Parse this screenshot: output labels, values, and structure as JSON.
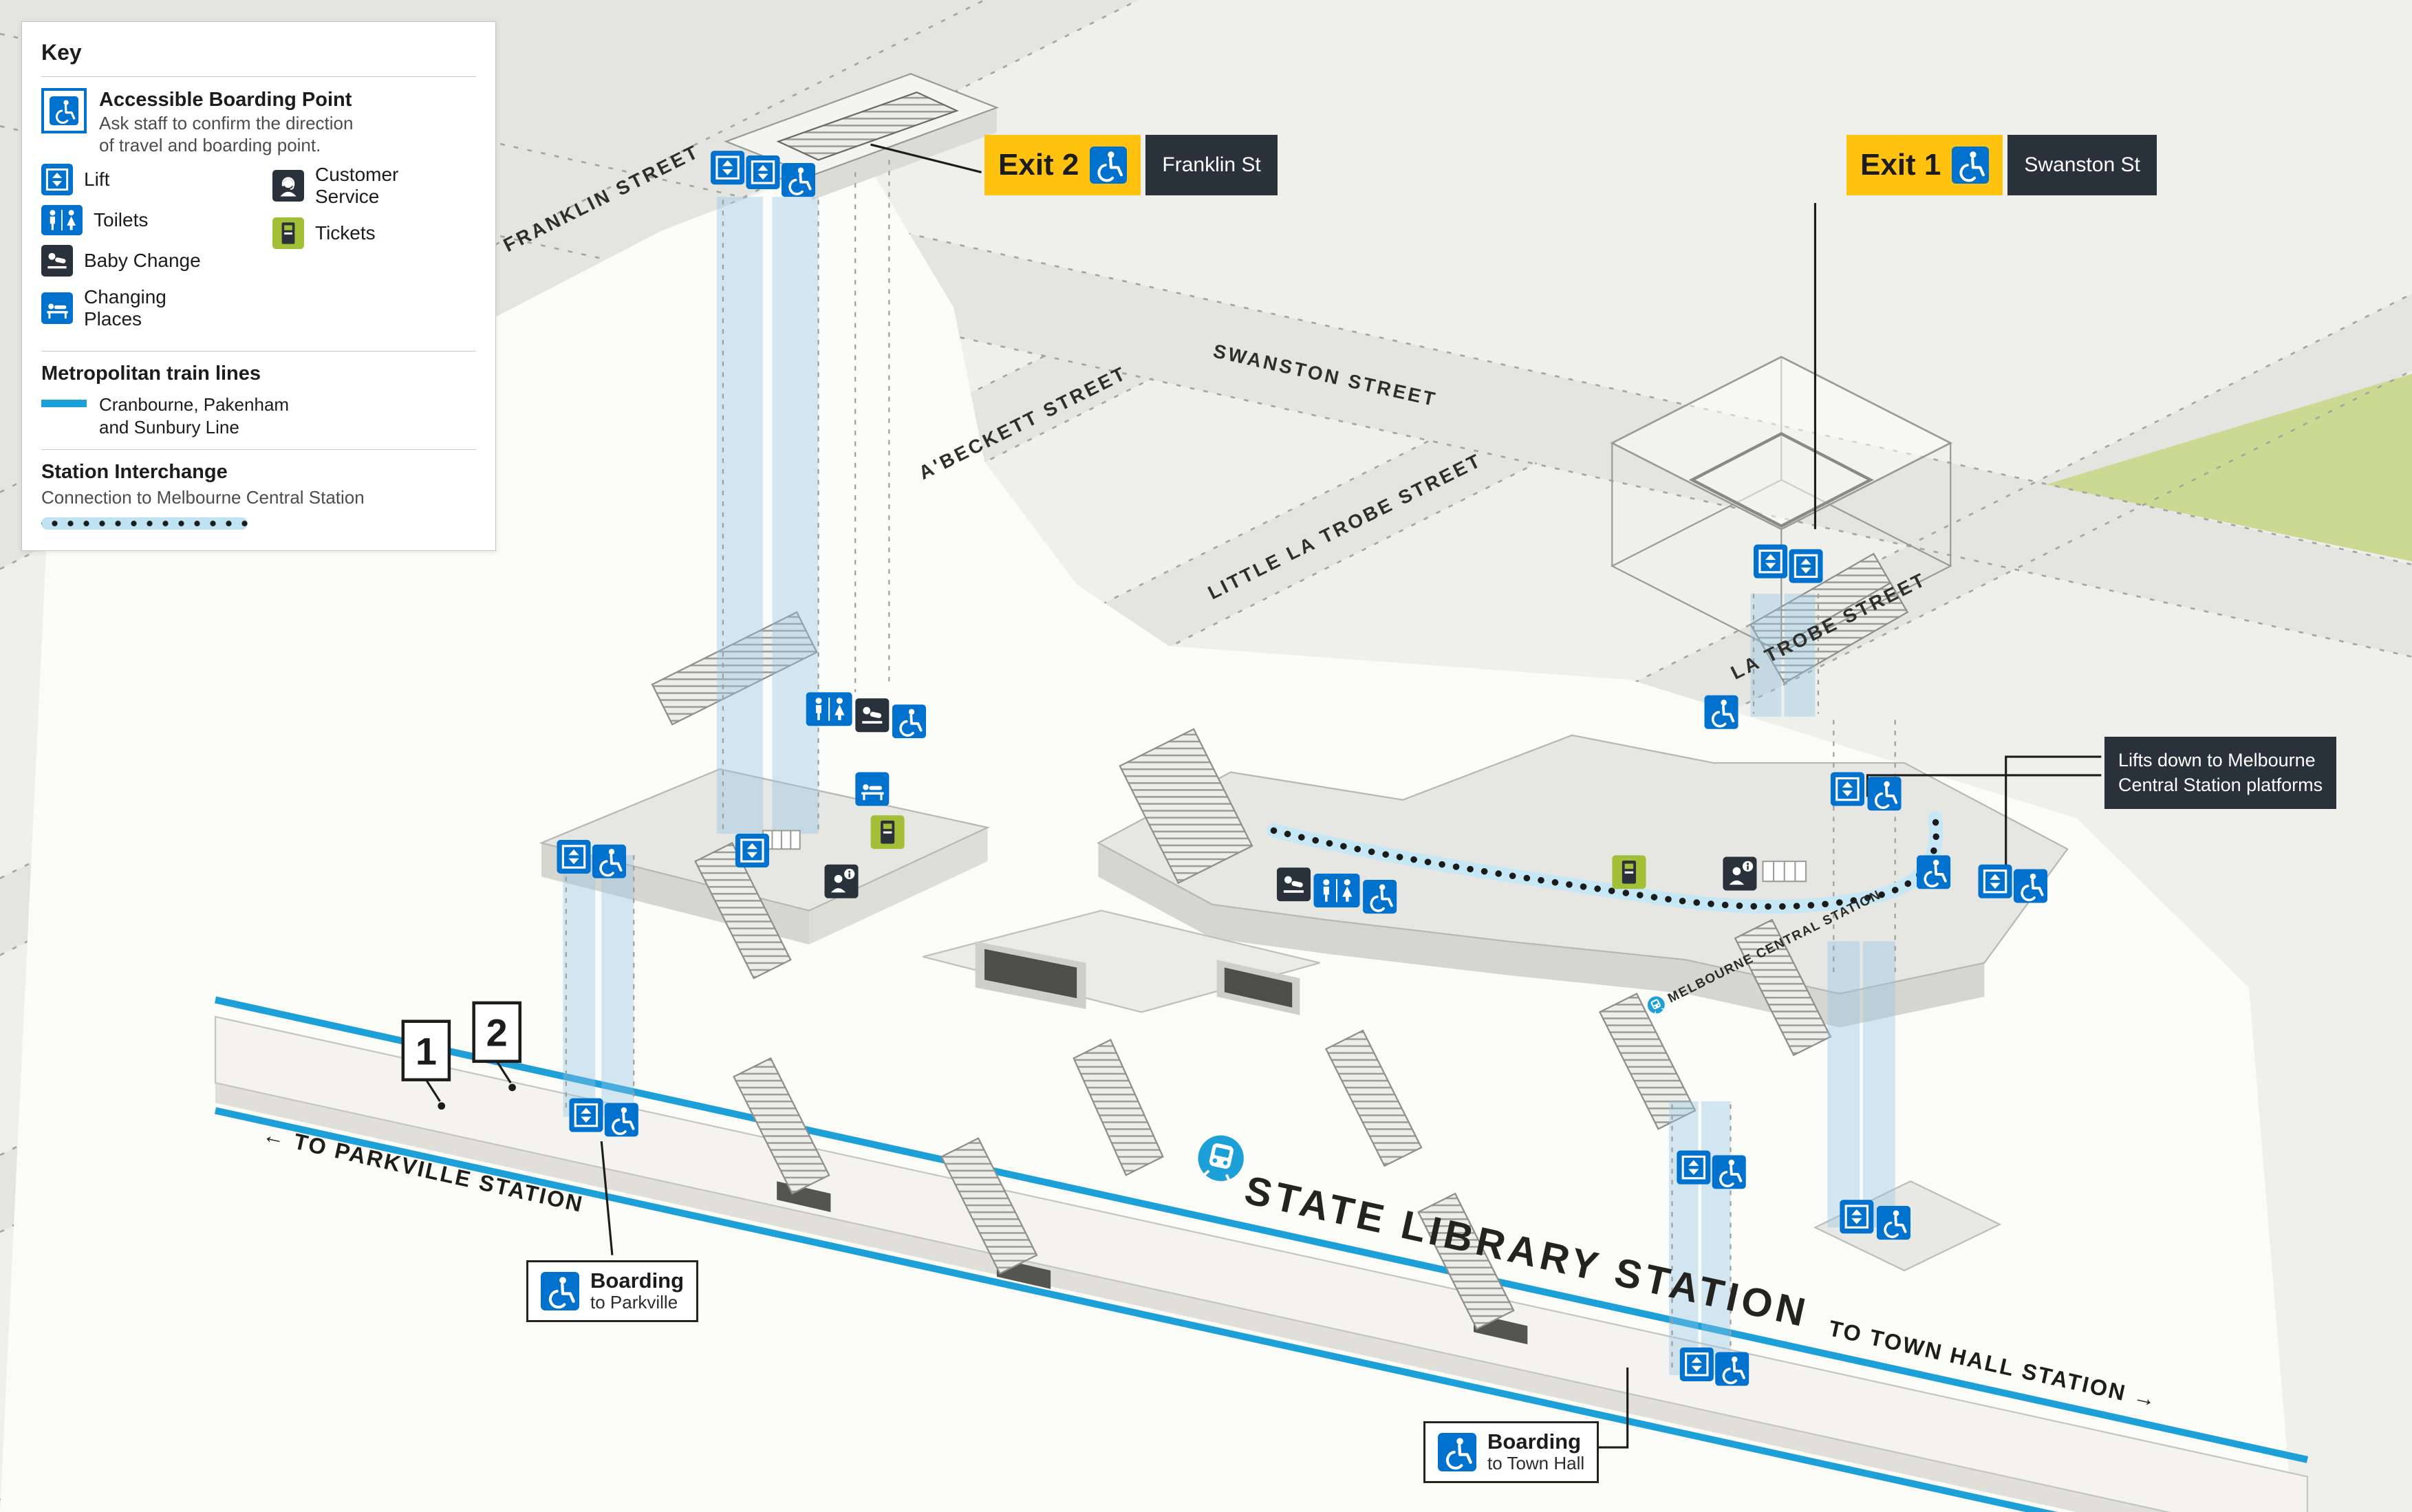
{
  "colors": {
    "metro_blue": "#0072ce",
    "rail_line_blue": "#1d9fd8",
    "exit_yellow": "#ffc20e",
    "dark_panel": "#29323b",
    "ticket_green": "#a2c037",
    "park_green": "#ccd993",
    "interchange_halo": "#c6e7f5"
  },
  "legend": {
    "title": "Key",
    "accessible": {
      "label": "Accessible Boarding Point",
      "note1": "Ask staff to confirm the direction",
      "note2": "of travel and boarding point."
    },
    "items": {
      "lift": "Lift",
      "toilets": "Toilets",
      "baby_change": "Baby Change",
      "changing_places": "Changing Places",
      "customer_service": "Customer Service",
      "tickets": "Tickets"
    },
    "lines_title": "Metropolitan train lines",
    "line_label1": "Cranbourne, Pakenham",
    "line_label2": "and Sunbury Line",
    "interchange_title": "Station Interchange",
    "interchange_note": "Connection to Melbourne Central Station"
  },
  "exits": {
    "exit1": {
      "label": "Exit 1",
      "street": "Swanston St"
    },
    "exit2": {
      "label": "Exit 2",
      "street": "Franklin St"
    }
  },
  "streets": {
    "franklin": "FRANKLIN STREET",
    "abeckett": "A'BECKETT STREET",
    "swanston": "SWANSTON STREET",
    "little_latrobe": "LITTLE LA TROBE STREET",
    "latrobe": "LA TROBE STREET"
  },
  "station": {
    "title": "STATE LIBRARY STATION",
    "to_parkville": "← TO PARKVILLE STATION",
    "to_townhall": "TO TOWN HALL STATION →",
    "platform_1": "1",
    "platform_2": "2",
    "melbourne_central": "MELBOURNE CENTRAL STATION"
  },
  "boarding": {
    "parkville": {
      "title": "Boarding",
      "destination": "to Parkville"
    },
    "townhall": {
      "title": "Boarding",
      "destination": "to Town Hall"
    }
  },
  "callouts": {
    "lifts_line1": "Lifts down to Melbourne",
    "lifts_line2": "Central Station platforms"
  }
}
